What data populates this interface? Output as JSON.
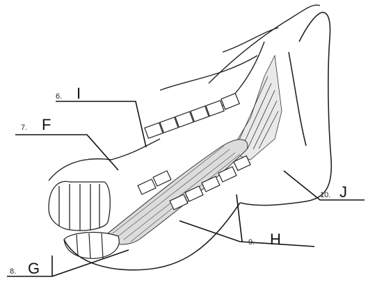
{
  "labels": [
    {
      "id": "I",
      "number": "6.",
      "letter": "I"
    },
    {
      "id": "F",
      "number": "7.",
      "letter": "F"
    },
    {
      "id": "G",
      "number": "8.",
      "letter": "G"
    },
    {
      "id": "H",
      "number": "9.",
      "letter": "H"
    },
    {
      "id": "J",
      "number": "10.",
      "letter": "J"
    }
  ]
}
